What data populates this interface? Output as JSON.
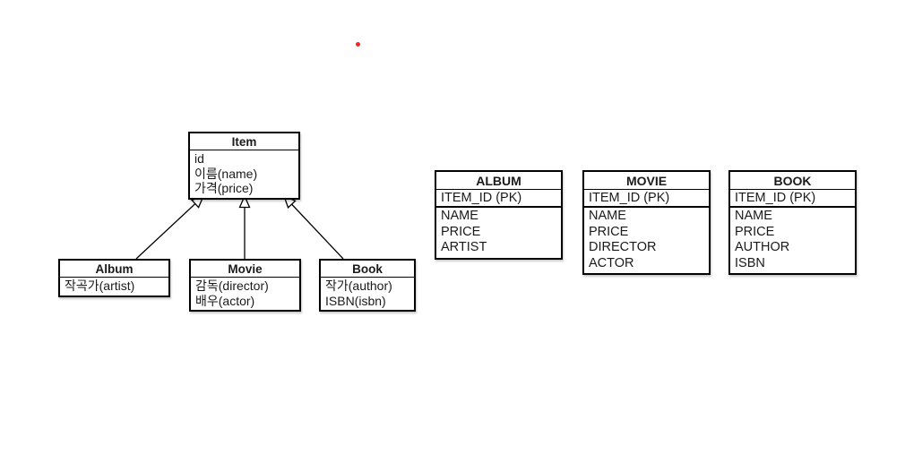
{
  "colors": {
    "background": "#ffffff",
    "line": "#000000",
    "text": "#1a1a1a",
    "annotation_dot": "#ff2020"
  },
  "annotation": {
    "dot": "red-dot"
  },
  "uml": {
    "classes": [
      {
        "name": "Item",
        "fields": [
          "id",
          "이름(name)",
          "가격(price)"
        ]
      },
      {
        "name": "Album",
        "fields": [
          "작곡가(artist)"
        ]
      },
      {
        "name": "Movie",
        "fields": [
          "감독(director)",
          "배우(actor)"
        ]
      },
      {
        "name": "Book",
        "fields": [
          "작가(author)",
          "ISBN(isbn)"
        ]
      }
    ],
    "relationships": [
      {
        "from": "Album",
        "to": "Item",
        "type": "generalization"
      },
      {
        "from": "Movie",
        "to": "Item",
        "type": "generalization"
      },
      {
        "from": "Book",
        "to": "Item",
        "type": "generalization"
      }
    ]
  },
  "tables": [
    {
      "name": "ALBUM",
      "pk": "ITEM_ID (PK)",
      "columns": [
        "NAME",
        "PRICE",
        "ARTIST"
      ]
    },
    {
      "name": "MOVIE",
      "pk": "ITEM_ID (PK)",
      "columns": [
        "NAME",
        "PRICE",
        "DIRECTOR",
        "ACTOR"
      ]
    },
    {
      "name": "BOOK",
      "pk": "ITEM_ID (PK)",
      "columns": [
        "NAME",
        "PRICE",
        "AUTHOR",
        "ISBN"
      ]
    }
  ]
}
